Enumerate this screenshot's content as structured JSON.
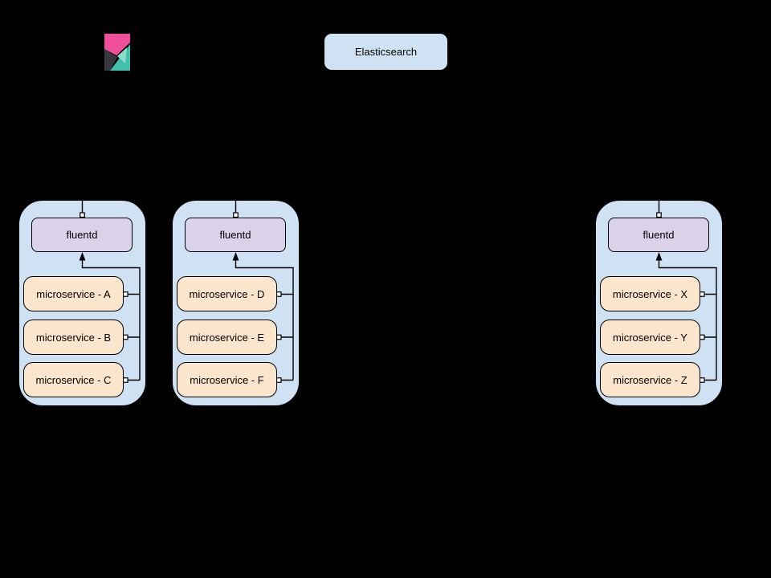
{
  "colors": {
    "background": "#000000",
    "node_container_fill": "#CFE2F3",
    "elasticsearch_fill": "#CFE2F3",
    "fluentd_fill": "#D9D2E9",
    "microservice_fill": "#FCE5CD",
    "connector_line": "#000000",
    "connector_endpoint_fill": "#FFFFFF",
    "text": "#000000"
  },
  "kibana_logo": {
    "name": "Kibana",
    "colors": {
      "pink": "#F0509B",
      "dark": "#37373F",
      "teal": "#40C0AE",
      "overlap": "#8EDBC9"
    }
  },
  "elasticsearch_node": {
    "label": "Elasticsearch"
  },
  "nodes": [
    {
      "fluentd": {
        "label": "fluentd"
      },
      "services": [
        {
          "label": "microservice - A"
        },
        {
          "label": "microservice - B"
        },
        {
          "label": "microservice - C"
        }
      ]
    },
    {
      "fluentd": {
        "label": "fluentd"
      },
      "services": [
        {
          "label": "microservice - D"
        },
        {
          "label": "microservice - E"
        },
        {
          "label": "microservice - F"
        }
      ]
    },
    {
      "fluentd": {
        "label": "fluentd"
      },
      "services": [
        {
          "label": "microservice - X"
        },
        {
          "label": "microservice - Y"
        },
        {
          "label": "microservice - Z"
        }
      ]
    }
  ]
}
